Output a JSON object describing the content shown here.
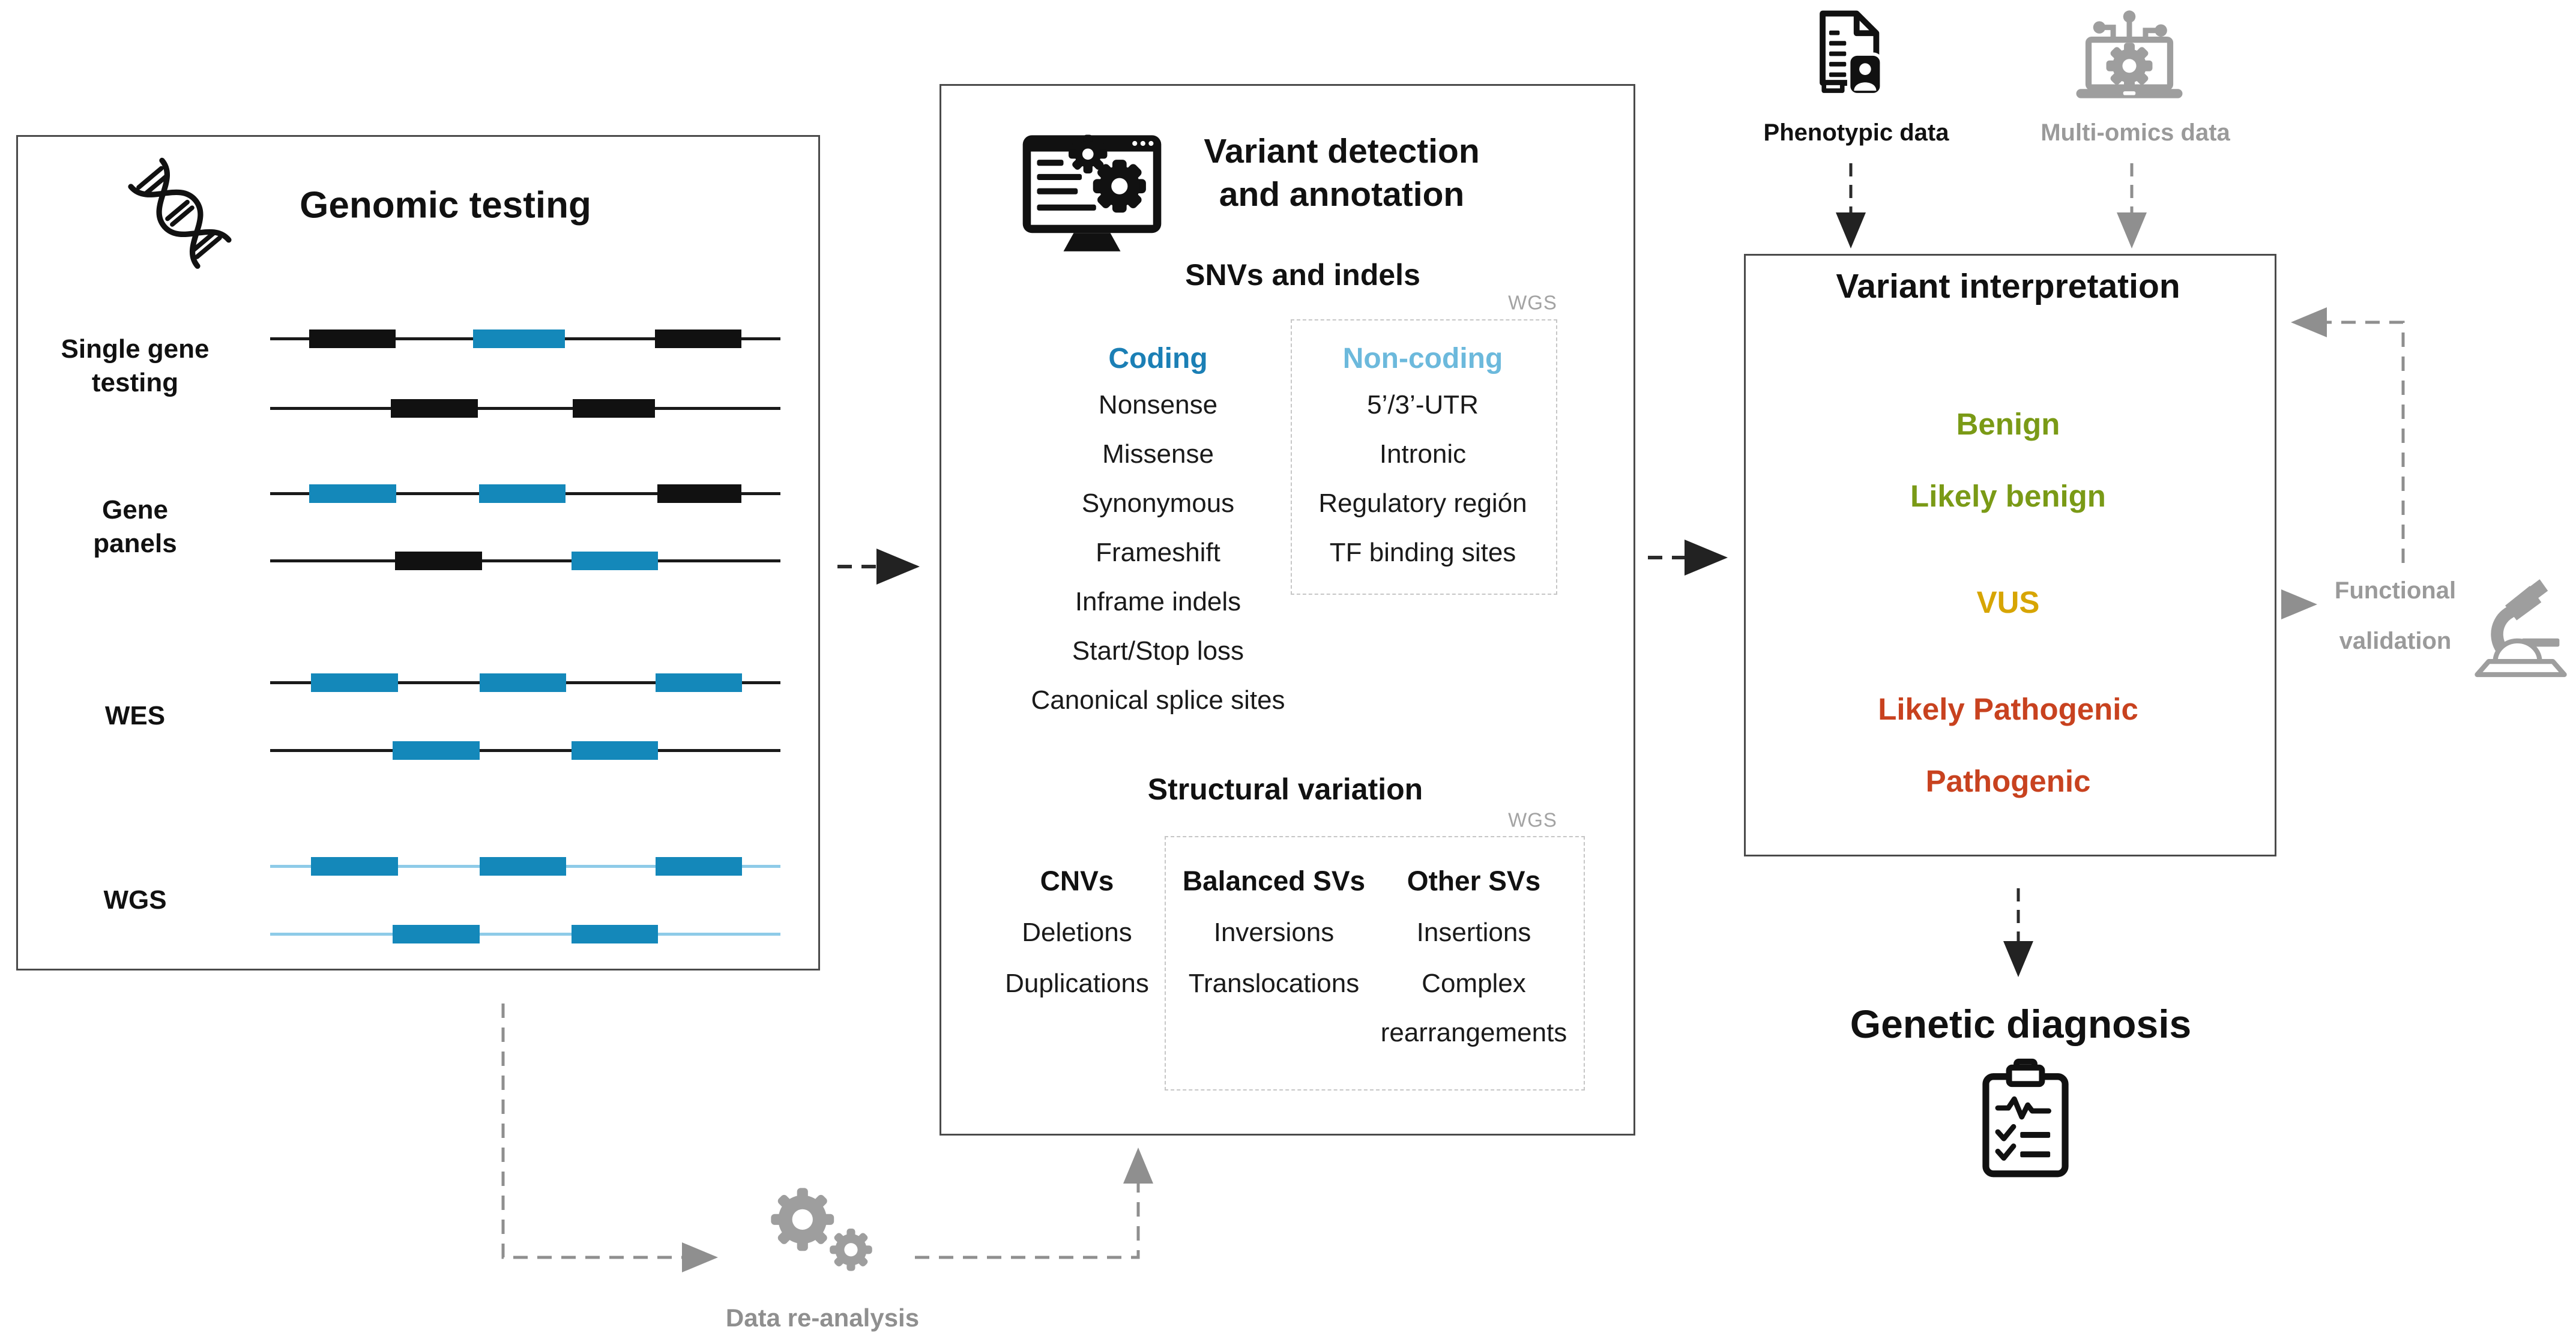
{
  "colors": {
    "exon_blue": "#1488ba",
    "exon_black": "#111111",
    "line_dark": "#1a1a1a",
    "line_light": "#8ecbe8",
    "coding_blue": "#1b7fb5",
    "noncoding_blue": "#6cb9dc",
    "benign_green": "#7a9a16",
    "vus_gold": "#d7a502",
    "pathogenic_red": "#c8421f",
    "gray": "#9a9a9a"
  },
  "genomic_testing": {
    "title": "Genomic testing",
    "rows": [
      {
        "label": "Single gene\ntesting",
        "tracks": [
          {
            "line": "dark",
            "exons": [
              {
                "x": 0.076,
                "w": 0.17,
                "c": "black"
              },
              {
                "x": 0.398,
                "w": 0.18,
                "c": "blue"
              },
              {
                "x": 0.754,
                "w": 0.17,
                "c": "black"
              }
            ]
          },
          {
            "line": "dark",
            "exons": [
              {
                "x": 0.237,
                "w": 0.17,
                "c": "black"
              },
              {
                "x": 0.593,
                "w": 0.161,
                "c": "black"
              }
            ]
          }
        ]
      },
      {
        "label": "Gene\npanels",
        "tracks": [
          {
            "line": "dark",
            "exons": [
              {
                "x": 0.077,
                "w": 0.17,
                "c": "blue"
              },
              {
                "x": 0.409,
                "w": 0.17,
                "c": "blue"
              },
              {
                "x": 0.759,
                "w": 0.164,
                "c": "black"
              }
            ]
          },
          {
            "line": "dark",
            "exons": [
              {
                "x": 0.245,
                "w": 0.17,
                "c": "black"
              },
              {
                "x": 0.59,
                "w": 0.17,
                "c": "blue"
              }
            ]
          }
        ]
      },
      {
        "label": "WES",
        "tracks": [
          {
            "line": "dark",
            "exons": [
              {
                "x": 0.08,
                "w": 0.17,
                "c": "blue"
              },
              {
                "x": 0.41,
                "w": 0.17,
                "c": "blue"
              },
              {
                "x": 0.755,
                "w": 0.17,
                "c": "blue"
              }
            ]
          },
          {
            "line": "dark",
            "exons": [
              {
                "x": 0.24,
                "w": 0.17,
                "c": "blue"
              },
              {
                "x": 0.59,
                "w": 0.17,
                "c": "blue"
              }
            ]
          }
        ]
      },
      {
        "label": "WGS",
        "tracks": [
          {
            "line": "light",
            "exons": [
              {
                "x": 0.08,
                "w": 0.17,
                "c": "blue"
              },
              {
                "x": 0.41,
                "w": 0.17,
                "c": "blue"
              },
              {
                "x": 0.755,
                "w": 0.17,
                "c": "blue"
              }
            ]
          },
          {
            "line": "light",
            "exons": [
              {
                "x": 0.24,
                "w": 0.17,
                "c": "blue"
              },
              {
                "x": 0.59,
                "w": 0.17,
                "c": "blue"
              }
            ]
          }
        ]
      }
    ]
  },
  "variant_detection": {
    "title": "Variant detection\nand annotation",
    "snv_section": {
      "heading": "SNVs and indels",
      "wgs_tag": "WGS",
      "coding": {
        "header": "Coding",
        "items": [
          "Nonsense",
          "Missense",
          "Synonymous",
          "Frameshift",
          "Inframe indels",
          "Start/Stop loss",
          "Canonical splice sites"
        ]
      },
      "noncoding": {
        "header": "Non-coding",
        "items": [
          "5’/3’-UTR",
          "Intronic",
          "Regulatory región",
          "TF binding sites"
        ]
      }
    },
    "sv_section": {
      "heading": "Structural variation",
      "wgs_tag": "WGS",
      "columns": [
        {
          "header": "CNVs",
          "items": [
            "Deletions",
            "Duplications"
          ]
        },
        {
          "header": "Balanced SVs",
          "items": [
            "Inversions",
            "Translocations"
          ]
        },
        {
          "header": "Other SVs",
          "items": [
            "Insertions",
            "Complex\nrearrangements"
          ]
        }
      ]
    }
  },
  "variant_interpretation": {
    "title": "Variant interpretation",
    "classifications": [
      {
        "label": "Benign",
        "color": "#7a9a16"
      },
      {
        "label": "Likely benign",
        "color": "#7a9a16"
      },
      {
        "label": "VUS",
        "color": "#d7a502"
      },
      {
        "label": "Likely Pathogenic",
        "color": "#c8421f"
      },
      {
        "label": "Pathogenic",
        "color": "#c8421f"
      }
    ]
  },
  "inputs": {
    "phenotypic": {
      "label": "Phenotypic data"
    },
    "multiomics": {
      "label": "Multi-omics data"
    }
  },
  "functional_validation": {
    "label": "Functional\nvalidation"
  },
  "genetic_diagnosis": {
    "title": "Genetic diagnosis"
  },
  "data_reanalysis": {
    "label": "Data re-analysis"
  }
}
